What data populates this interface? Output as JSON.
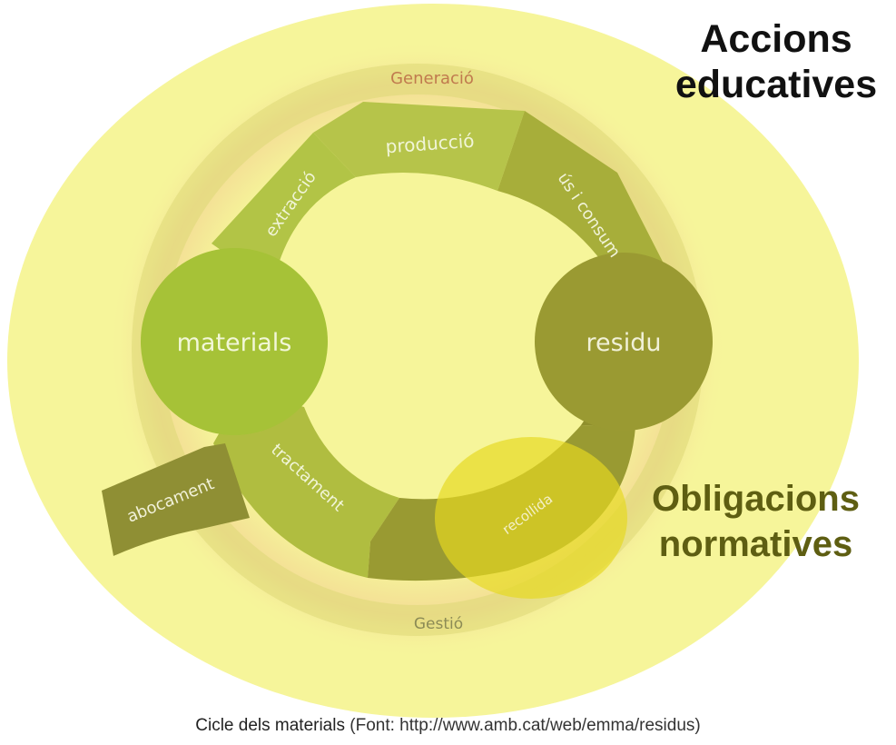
{
  "diagram": {
    "stages": {
      "generation": "Generació",
      "management": "Gestió"
    },
    "nodes": {
      "materials": "materials",
      "waste": "residu"
    },
    "segments": {
      "extraction": "extracció",
      "production": "producció",
      "use": "ús i consum",
      "treatment": "tractament",
      "collection": "recollida",
      "dumping": "abocament"
    }
  },
  "overlays": {
    "educational": "Accions educatives",
    "educational_line1": "Accions",
    "educational_line2": "educatives",
    "regulatory": "Obligacions normatives",
    "regulatory_line1": "Obligacions",
    "regulatory_line2": "normatives"
  },
  "caption": {
    "text": "Cicle dels materials",
    "source": "(Font: http://www.amb.cat/web/emma/residus)"
  },
  "colors": {
    "large_circle": "#f6f59a",
    "small_circle": "#e8d92a",
    "light_green": "#a9bf3c",
    "olive": "#8e8b2c",
    "regulatory_text": "#5e5e12"
  }
}
